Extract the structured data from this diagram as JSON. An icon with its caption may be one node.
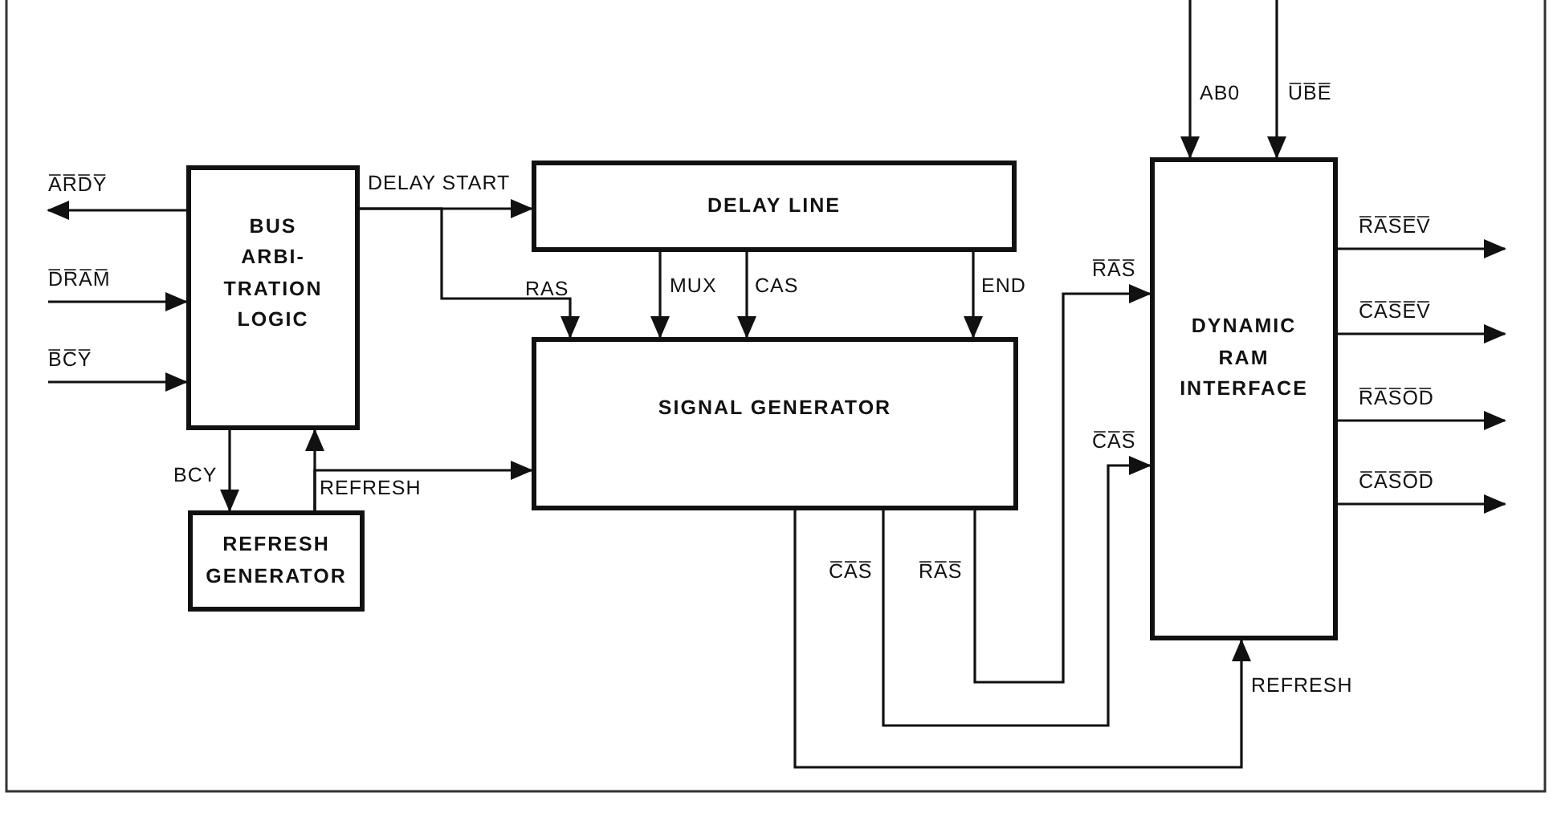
{
  "diagram": {
    "nodes": [
      {
        "text": [
          "BUS ARBI- TRATION LOGIC"
        ]
      },
      {
        "text": [
          "DELAY LINE"
        ]
      },
      {
        "text": [
          "SIGNAL GENERATOR"
        ]
      },
      {
        "text": [
          "REFRESH GENERATOR"
        ]
      },
      {
        "text": [
          "DYNAMIC RAM INTERFACE"
        ]
      }
    ],
    "edges": [
      {
        "from": 0,
        "to": null,
        "arrow": "to",
        "label": "A̅R̅D̅Y̅"
      },
      {
        "from": null,
        "to": 0,
        "arrow": "to",
        "label": "D̅R̅A̅M̅"
      },
      {
        "from": null,
        "to": 0,
        "arrow": "to",
        "label": "B̅C̅Y̅"
      },
      {
        "from": 0,
        "to": 1,
        "arrow": "to",
        "label": "DELAY START"
      },
      {
        "from": 0,
        "to": 2,
        "arrow": "to",
        "label": "RAS"
      },
      {
        "from": 1,
        "to": 2,
        "arrow": "to",
        "label": "MUX"
      },
      {
        "from": 1,
        "to": 2,
        "arrow": "to",
        "label": "CAS"
      },
      {
        "from": 1,
        "to": 2,
        "arrow": "to",
        "label": "END"
      },
      {
        "from": 0,
        "to": 3,
        "arrow": "to",
        "label": "BCY"
      },
      {
        "from": 3,
        "to": 0,
        "arrow": "to",
        "label": "REFRESH"
      },
      {
        "from": 3,
        "to": 2,
        "arrow": "to"
      },
      {
        "from": 2,
        "to": 4,
        "arrow": "to",
        "label": "REFRESH"
      },
      {
        "from": 2,
        "to": 4,
        "arrow": "to",
        "label": "C̅A̅S̅"
      },
      {
        "from": 2,
        "to": 4,
        "arrow": "to",
        "label": "R̅A̅S̅"
      },
      {
        "from": null,
        "to": 4,
        "arrow": "to",
        "label": "AB0"
      },
      {
        "from": null,
        "to": 4,
        "arrow": "to",
        "label": "U̅B̅E̅"
      },
      {
        "from": 4,
        "to": null,
        "arrow": "to",
        "label": "R̅A̅S̅E̅V̅"
      },
      {
        "from": 4,
        "to": null,
        "arrow": "to",
        "label": "C̅A̅S̅E̅V̅"
      },
      {
        "from": 4,
        "to": null,
        "arrow": "to",
        "label": "R̅A̅S̅O̅D̅"
      },
      {
        "from": 4,
        "to": null,
        "arrow": "to",
        "label": "C̅A̅S̅O̅D̅"
      }
    ],
    "labels": [
      "R̅A̅S̅",
      "C̅A̅S̅"
    ]
  }
}
